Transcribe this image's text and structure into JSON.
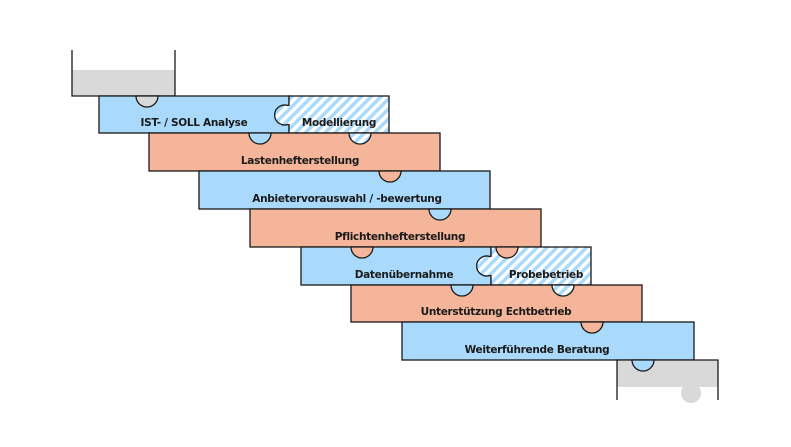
{
  "diagram": {
    "type": "puzzle-staircase",
    "colors": {
      "blue": "#aadafb",
      "salmon": "#f4b59b",
      "gray": "#d9d9d9",
      "hatch": "#aadafb",
      "outline": "#1a1a1a"
    },
    "rows": [
      {
        "pieces": [
          {
            "label": "IST- / SOLL Analyse",
            "style": "blue"
          },
          {
            "label": "Modellierung",
            "style": "hatched"
          }
        ]
      },
      {
        "pieces": [
          {
            "label": "Lastenhefterstellung",
            "style": "salmon"
          }
        ]
      },
      {
        "pieces": [
          {
            "label": "Anbietervorauswahl / -bewertung",
            "style": "blue"
          }
        ]
      },
      {
        "pieces": [
          {
            "label": "Pflichtenhefterstellung",
            "style": "salmon"
          }
        ]
      },
      {
        "pieces": [
          {
            "label": "Datenübernahme",
            "style": "blue"
          },
          {
            "label": "Probebetrieb",
            "style": "hatched"
          }
        ]
      },
      {
        "pieces": [
          {
            "label": "Unterstützung Echtbetrieb",
            "style": "salmon"
          }
        ]
      },
      {
        "pieces": [
          {
            "label": "Weiterführende Beratung",
            "style": "blue"
          }
        ]
      }
    ],
    "start_piece": {
      "style": "gray"
    },
    "end_piece": {
      "style": "gray"
    }
  }
}
